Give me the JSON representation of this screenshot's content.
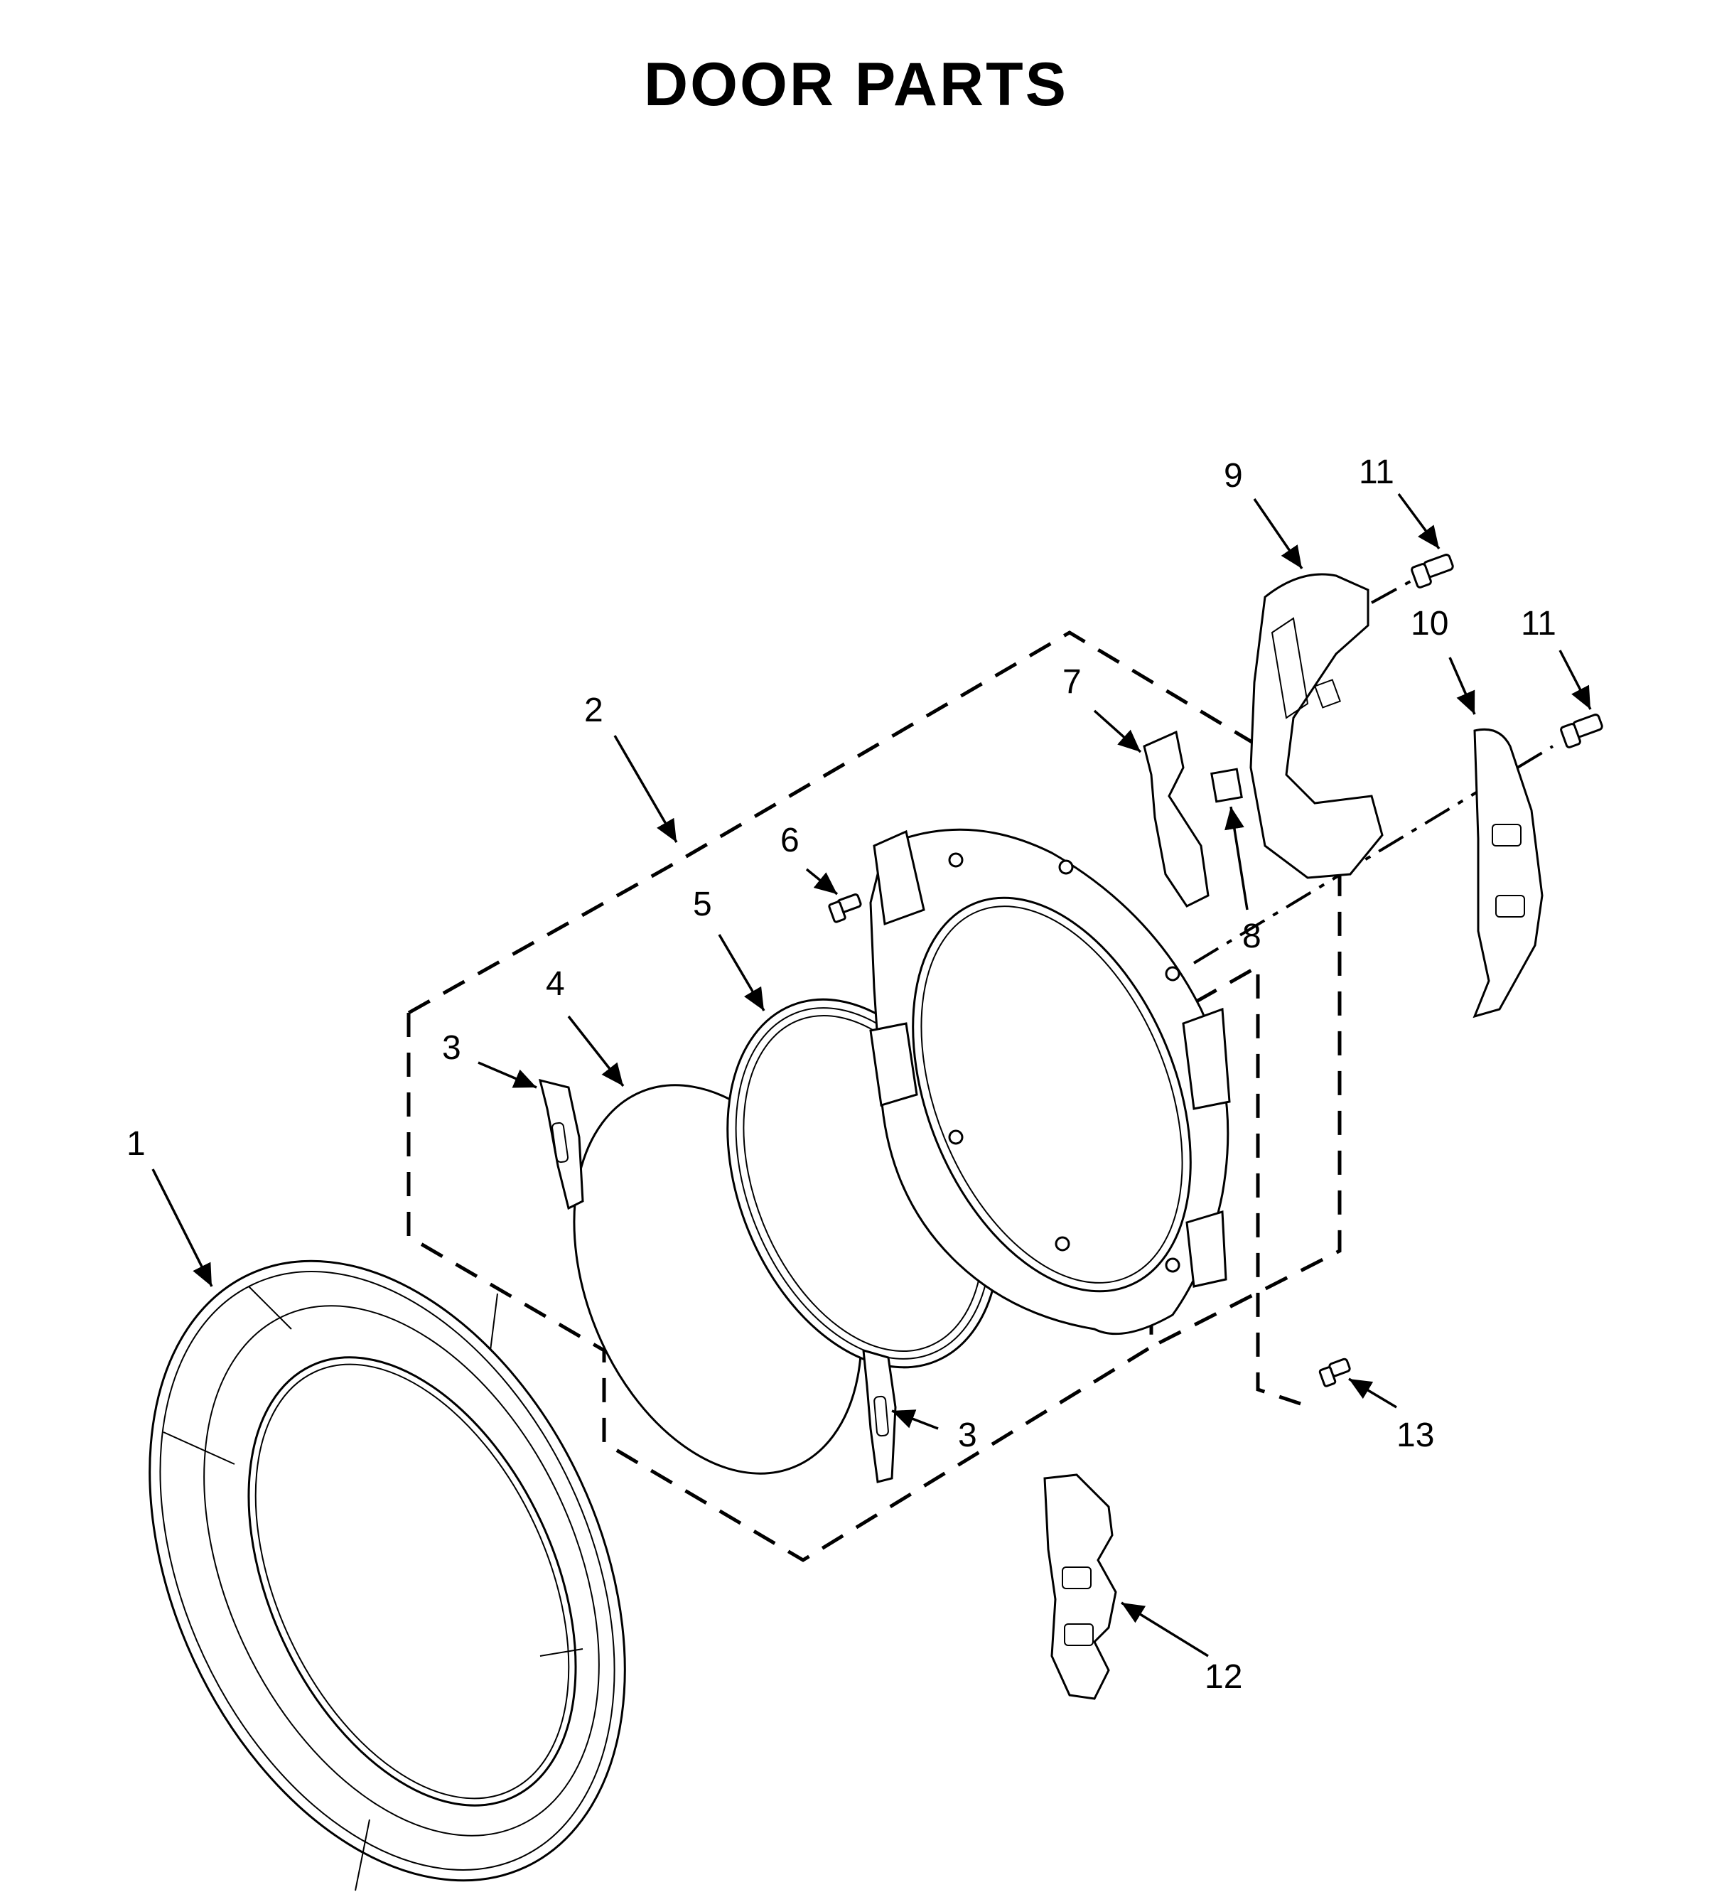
{
  "title": "DOOR PARTS",
  "callouts": [
    {
      "id": "1",
      "label": "1"
    },
    {
      "id": "2",
      "label": "2"
    },
    {
      "id": "3a",
      "label": "3"
    },
    {
      "id": "3b",
      "label": "3"
    },
    {
      "id": "4",
      "label": "4"
    },
    {
      "id": "5",
      "label": "5"
    },
    {
      "id": "6",
      "label": "6"
    },
    {
      "id": "7",
      "label": "7"
    },
    {
      "id": "8",
      "label": "8"
    },
    {
      "id": "9",
      "label": "9"
    },
    {
      "id": "10",
      "label": "10"
    },
    {
      "id": "11a",
      "label": "11"
    },
    {
      "id": "11b",
      "label": "11"
    },
    {
      "id": "12",
      "label": "12"
    },
    {
      "id": "13",
      "label": "13"
    }
  ]
}
